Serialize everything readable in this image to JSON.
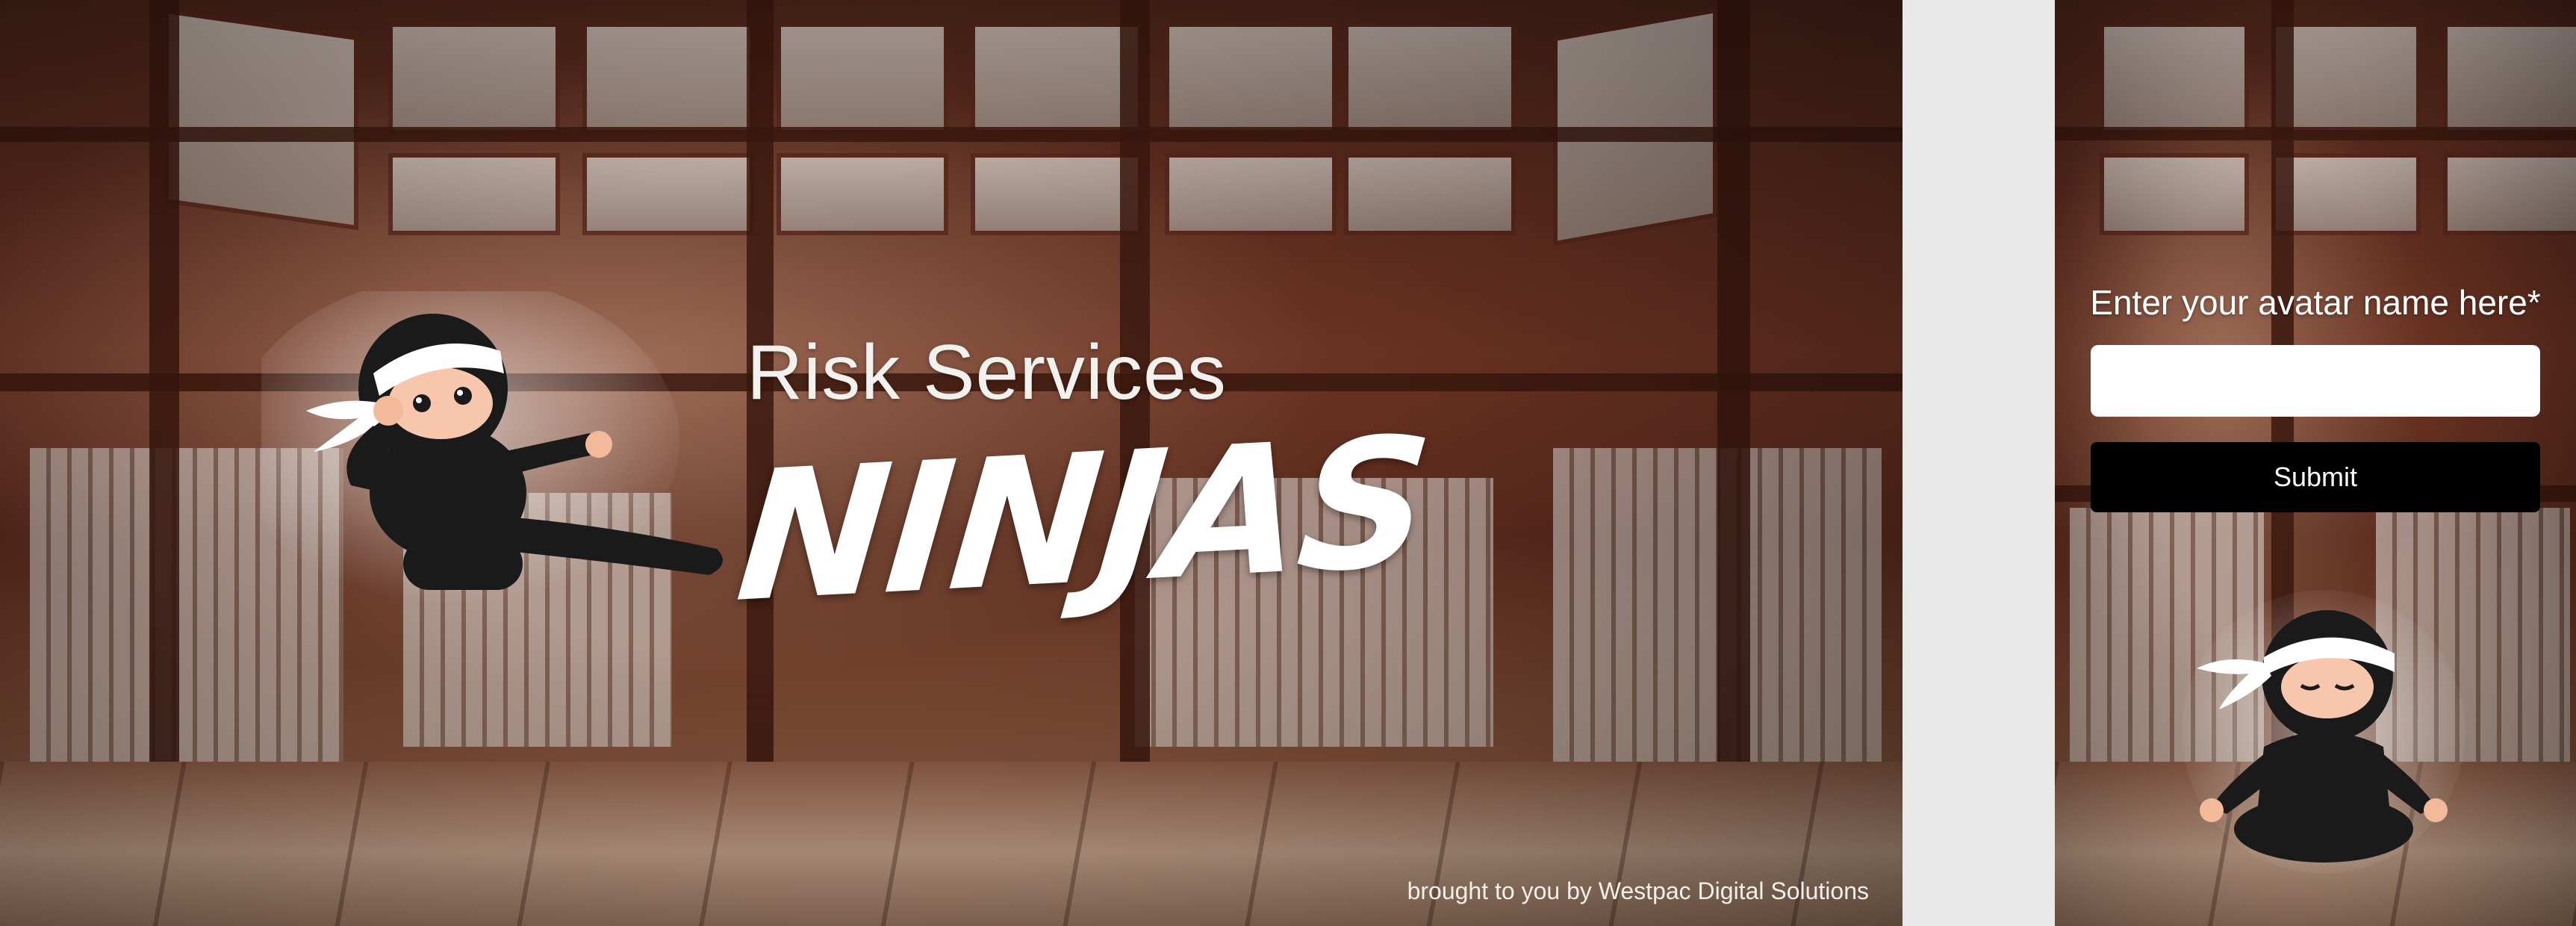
{
  "hero": {
    "headline": "Risk Services",
    "brand": "NINJAS",
    "credit": "brought to you by Westpac Digital Solutions"
  },
  "login": {
    "prompt": "Enter your avatar name here*",
    "input_value": "",
    "input_placeholder": "",
    "submit_label": "Submit"
  },
  "icons": {
    "hero_mascot": "kicking-ninja-icon",
    "side_mascot": "meditating-ninja-icon"
  },
  "colors": {
    "submit_bg": "#000000",
    "submit_text": "#ffffff",
    "text_on_backdrop": "#ffffff",
    "gutter": "#e8e8e8"
  }
}
